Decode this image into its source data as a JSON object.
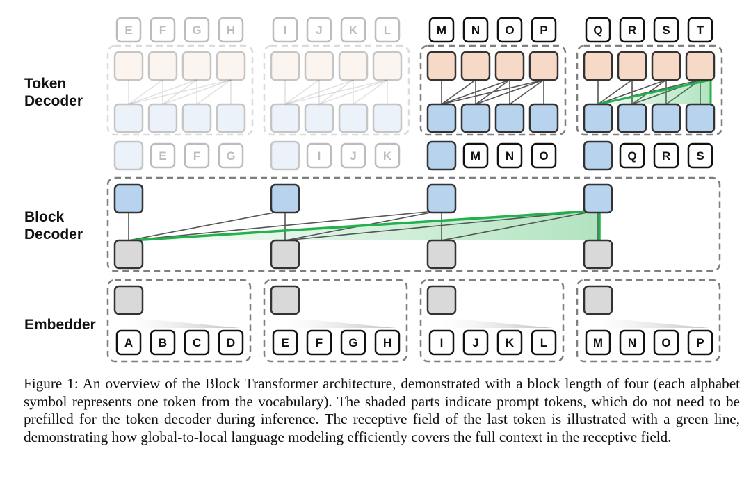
{
  "labels": {
    "token_decoder": "Token\nDecoder",
    "block_decoder": "Block\nDecoder",
    "embedder": "Embedder"
  },
  "token_decoder_groups": [
    {
      "outputs": [
        "E",
        "F",
        "G",
        "H"
      ],
      "inputs": [
        "",
        "E",
        "F",
        "G"
      ],
      "faded": true
    },
    {
      "outputs": [
        "I",
        "J",
        "K",
        "L"
      ],
      "inputs": [
        "",
        "I",
        "J",
        "K"
      ],
      "faded": true
    },
    {
      "outputs": [
        "M",
        "N",
        "O",
        "P"
      ],
      "inputs": [
        "",
        "M",
        "N",
        "O"
      ],
      "faded": false
    },
    {
      "outputs": [
        "Q",
        "R",
        "S",
        "T"
      ],
      "inputs": [
        "",
        "Q",
        "R",
        "S"
      ],
      "faded": false
    }
  ],
  "embedder_groups": [
    [
      "A",
      "B",
      "C",
      "D"
    ],
    [
      "E",
      "F",
      "G",
      "H"
    ],
    [
      "I",
      "J",
      "K",
      "L"
    ],
    [
      "M",
      "N",
      "O",
      "P"
    ]
  ],
  "colors": {
    "orange_box": "#f6d9c6",
    "blue_box": "#b8d3ee",
    "gray_box": "#d9d9d9",
    "receptive_field": "#22b14c",
    "dashed_border": "#7f7f7f"
  },
  "caption": "Figure 1: An overview of the Block Transformer architecture, demonstrated with a block length of four (each alphabet symbol represents one token from the vocabulary). The shaded parts indicate prompt tokens, which do not need to be prefilled for the token decoder during inference. The receptive field of the last token is illustrated with a green line, demonstrating how global-to-local language modeling efficiently covers the full context in the receptive field."
}
